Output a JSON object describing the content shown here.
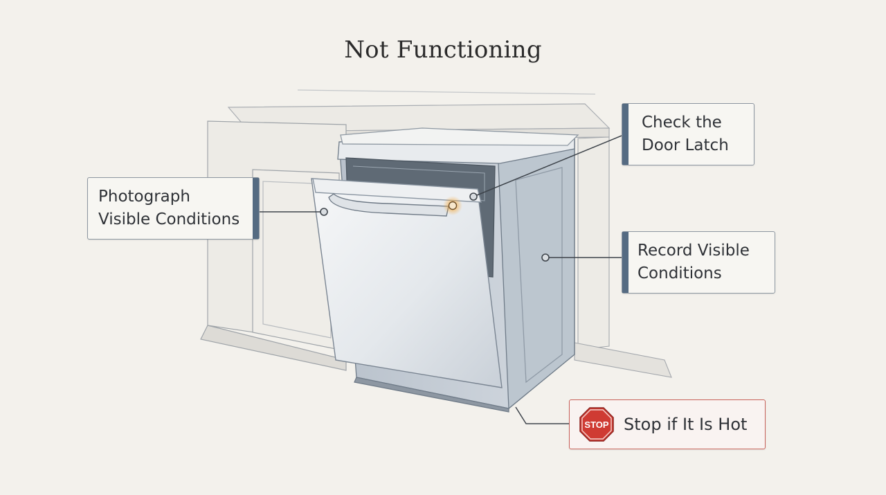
{
  "title": "Not Functioning",
  "callouts": {
    "photograph": {
      "line1": "Photograph",
      "line2": "Visible Conditions"
    },
    "door_latch": {
      "line1": "Check the",
      "line2": "Door Latch"
    },
    "record": {
      "line1": "Record Visible",
      "line2": "Conditions"
    },
    "stop": {
      "label": "Stop if It Is Hot",
      "sign_text": "STOP"
    }
  },
  "colors": {
    "accent_bar": "#556b82",
    "warning": "#c9625a",
    "latch_highlight": "#f0a030",
    "background": "#f3f1ec"
  },
  "icons": [
    "stop-sign-icon"
  ]
}
